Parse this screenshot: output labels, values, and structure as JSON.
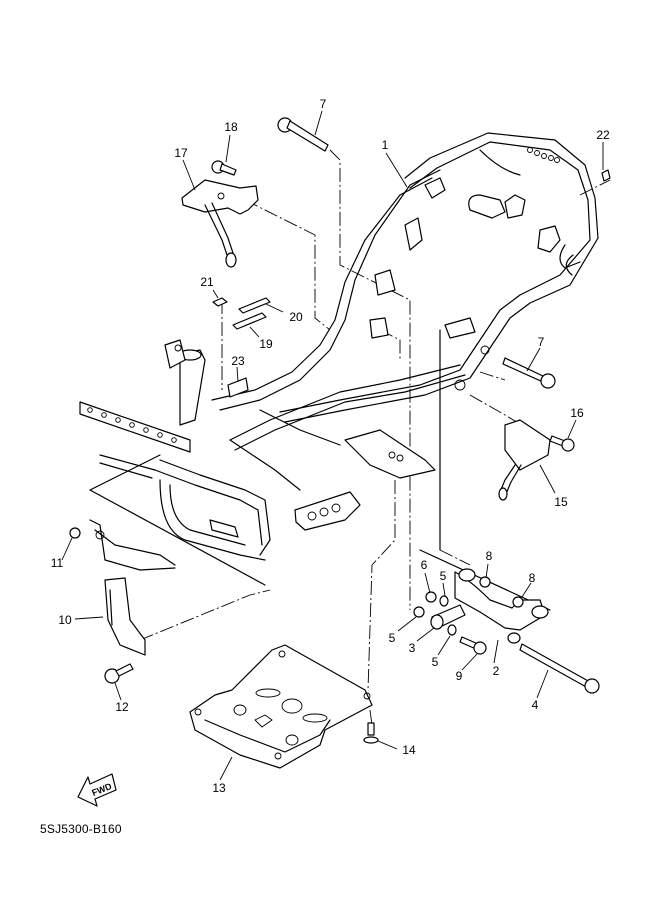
{
  "diagram": {
    "title": "Frame",
    "drawing_code": "5SJ5300-B160",
    "direction_indicator": "FWD",
    "callouts": [
      {
        "id": "1",
        "label": "1"
      },
      {
        "id": "2",
        "label": "2"
      },
      {
        "id": "3",
        "label": "3"
      },
      {
        "id": "4",
        "label": "4"
      },
      {
        "id": "5a",
        "label": "5"
      },
      {
        "id": "5b",
        "label": "5"
      },
      {
        "id": "5c",
        "label": "5"
      },
      {
        "id": "6",
        "label": "6"
      },
      {
        "id": "7a",
        "label": "7"
      },
      {
        "id": "7b",
        "label": "7"
      },
      {
        "id": "8a",
        "label": "8"
      },
      {
        "id": "8b",
        "label": "8"
      },
      {
        "id": "9",
        "label": "9"
      },
      {
        "id": "10",
        "label": "10"
      },
      {
        "id": "11",
        "label": "11"
      },
      {
        "id": "12",
        "label": "12"
      },
      {
        "id": "13",
        "label": "13"
      },
      {
        "id": "14",
        "label": "14"
      },
      {
        "id": "15",
        "label": "15"
      },
      {
        "id": "16",
        "label": "16"
      },
      {
        "id": "17",
        "label": "17"
      },
      {
        "id": "18",
        "label": "18"
      },
      {
        "id": "19",
        "label": "19"
      },
      {
        "id": "20",
        "label": "20"
      },
      {
        "id": "21",
        "label": "21"
      },
      {
        "id": "22",
        "label": "22"
      },
      {
        "id": "23",
        "label": "23"
      }
    ]
  }
}
